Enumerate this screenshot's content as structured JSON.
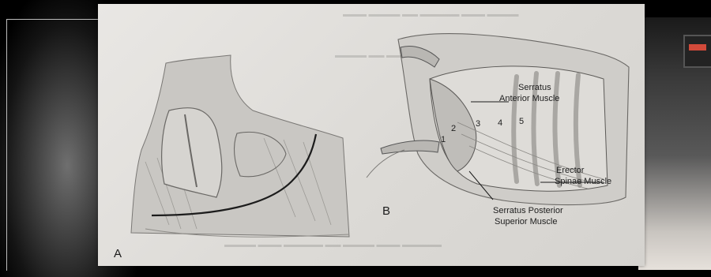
{
  "figure": {
    "panel_a": {
      "letter": "A"
    },
    "panel_b": {
      "letter": "B",
      "labels": {
        "serratus_anterior_line1": "Serratus",
        "serratus_anterior_line2": "Anterior Muscle",
        "erector_line1": "Erector",
        "erector_line2": "Spinae Muscle",
        "serratus_posterior_line1": "Serratus Posterior",
        "serratus_posterior_line2": "Superior Muscle"
      },
      "rib_numbers": [
        "1",
        "2",
        "3",
        "4",
        "5"
      ]
    }
  }
}
